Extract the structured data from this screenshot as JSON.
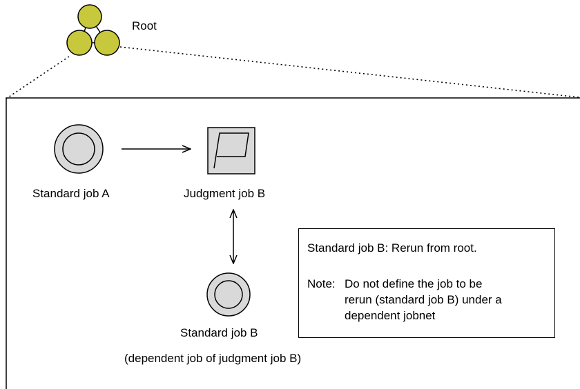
{
  "root": {
    "label": "Root"
  },
  "jobs": {
    "standard_a": "Standard job A",
    "judgment_b": "Judgment job B",
    "standard_b": "Standard job B",
    "standard_b_sub": "(dependent job of judgment job B)"
  },
  "note": {
    "heading": "Standard job B: Rerun from root.",
    "prefix": "Note:",
    "lines": [
      "Do not define the job to be",
      "rerun (standard job B) under a",
      "dependent jobnet"
    ]
  },
  "colors": {
    "root_node_fill": "#c8c83c",
    "job_icon_fill": "#d9d9d9",
    "line": "#000000"
  }
}
